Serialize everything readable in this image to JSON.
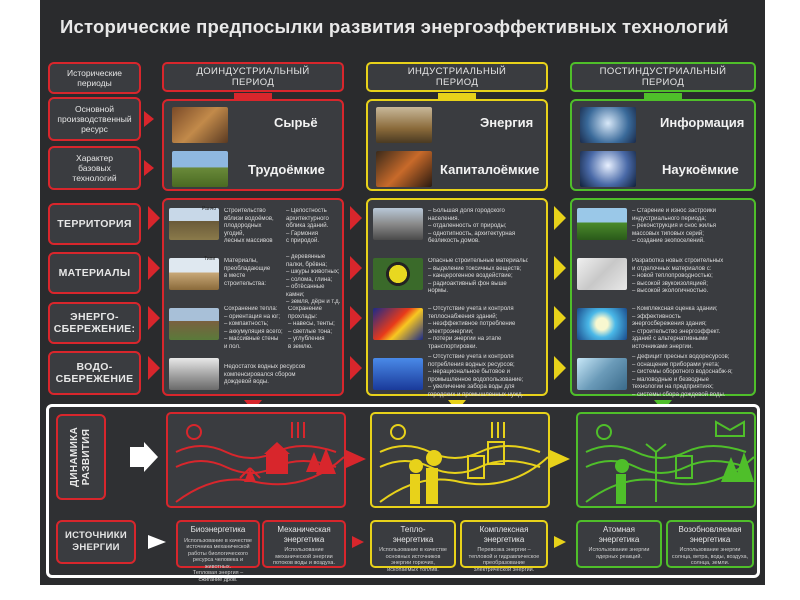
{
  "title": "Исторические предпосылки развития энергоэффективных технологий",
  "row_labels": {
    "periods": "Исторические\nпериоды",
    "resource": "Основной\nпроизводственный\nресурс",
    "tech": "Характер\nбазовых\nтехнологий",
    "territory": "ТЕРРИТОРИЯ",
    "materials": "МАТЕРИАЛЫ",
    "energy_saving": "ЭНЕРГО-\nСБЕРЕЖЕНИЕ:",
    "water_saving": "ВОДО-\nСБЕРЕЖЕНИЕ",
    "dynamics": "ДИНАМИКА\nРАЗВИТИЯ",
    "sources": "ИСТОЧНИКИ\nЭНЕРГИИ"
  },
  "periods": [
    {
      "header": "ДОИНДУСТРИАЛЬНЫЙ\nПЕРИОД",
      "resource": "Сырьё",
      "tech": "Трудоёмкие",
      "territory_caption": "Ранчо",
      "territory_left": "Строительство\nвблизи водоёмов,\nплодородных\nугодий,\nлесных массивов",
      "territory_right": "– Целостность\nархитектурного\nоблика зданий.\n– Гармония\nс природой.",
      "materials_caption": "Типи",
      "materials_left": "Материалы,\nпреобладающие\nв месте\nстроительства:",
      "materials_right": "– деревянные\nпалки, брёвна;\n– шкуры животных;\n– солома, глина;\n– обтёсанные камни;\n– земля, дёрн и т.д.",
      "energy_caption": "Слободской дом",
      "energy_left": "Сохранение тепла:\n– ориентация на юг;\n– компактность;\n– аккумуляция всего;\n– массивные стены\nи пол.",
      "energy_right": "Сохранение\nпрохлады:\n– навесы, тенты;\n– светлые тона;\n– углубления\nв землю.",
      "water": "Недостаток водных ресурсов\nкомпенсировался сбором\nдождевой воды.",
      "sources": [
        {
          "title": "Биоэнергетика",
          "desc": "Использование в качестве\nисточника механической\nработы биологического\nресурса человека и животных.\nТепловая энергия –\nсжигание дров."
        },
        {
          "title": "Механическая\nэнергетика",
          "desc": "Использование\nмеханической энергии\nпотоков воды и воздуха."
        }
      ]
    },
    {
      "header": "ИНДУСТРИАЛЬНЫЙ\nПЕРИОД",
      "resource": "Энергия",
      "tech": "Капиталоёмкие",
      "territory": "– Большая доля городского\nнаселения.\n– отдаленность от природы;\n– однотипность, архитектурная\nбезликость домов.",
      "materials": "Опасные строительные материалы:\n– выделение токсичных веществ;\n– канцерогенное воздействие;\n– радиоактивный фон выше\nнормы.",
      "energy": "– Отсутствие учета и контроля\nтеплоснабжения зданий;\n– неэффективное потребление\nэлектроэнергии;\n– потери энергии на этапе\nтранспортировки.",
      "water": "– Отсутствие учета и контроля\nпотребления водных ресурсов;\n– нерациональное бытовое и\nпромышленное водопользование;\n– увеличение забора воды для\nгородских и промышленных нужд.",
      "sources": [
        {
          "title": "Тепло-\nэнергетика",
          "desc": "Использование в качестве\nосновных источников\nэнергии горючих,\nископаемых топлив."
        },
        {
          "title": "Комплексная\nэнергетика",
          "desc": "Перевозка энергии –\nтепловой и гидравлическое\nпреобразование\nэлектрической энергии."
        }
      ]
    },
    {
      "header": "ПОСТИНДУСТРИАЛЬНЫЙ\nПЕРИОД",
      "resource": "Информация",
      "tech": "Наукоёмкие",
      "territory": "– Старение и износ застройки\nиндустриального периода;\n– реконструкция и снос жилья\nмассовых типовых серий;\n– создание экопоселений.",
      "materials": "Разработка новых строительных\nи отделочных материалов с:\n– новой теплопроводностью;\n– высокой звукоизоляцией;\n– высокой экологичностью.",
      "energy": "– Комплексная оценка зданий;\n– эффективность\nэнергосбережения здания;\n– строительство энергоэффект.\nзданий с альтернативными\nисточниками энергии.",
      "water": "– Дефицит пресных водоресурсов;\n– оснащение приборами учета;\n– системы оборотного водоснабж-я;\n– маловодные и безводные\nтехнологии на предприятиях;\n– системы сбора дождевой воды.",
      "sources": [
        {
          "title": "Атомная\nэнергетика",
          "desc": "Использование энергии\nядерных реакций."
        },
        {
          "title": "Возобновляемая\nэнергетика",
          "desc": "Использование энергии\nсолнца, ветра, воды, воздуха,\nсолнца, земли."
        }
      ]
    }
  ],
  "colors": {
    "background": "#2a2b2d",
    "panel": "#3a3c40",
    "pre_industrial": "#d8262c",
    "industrial": "#e8d21a",
    "post_industrial": "#4fbf2a",
    "frame": "#ffffff"
  }
}
